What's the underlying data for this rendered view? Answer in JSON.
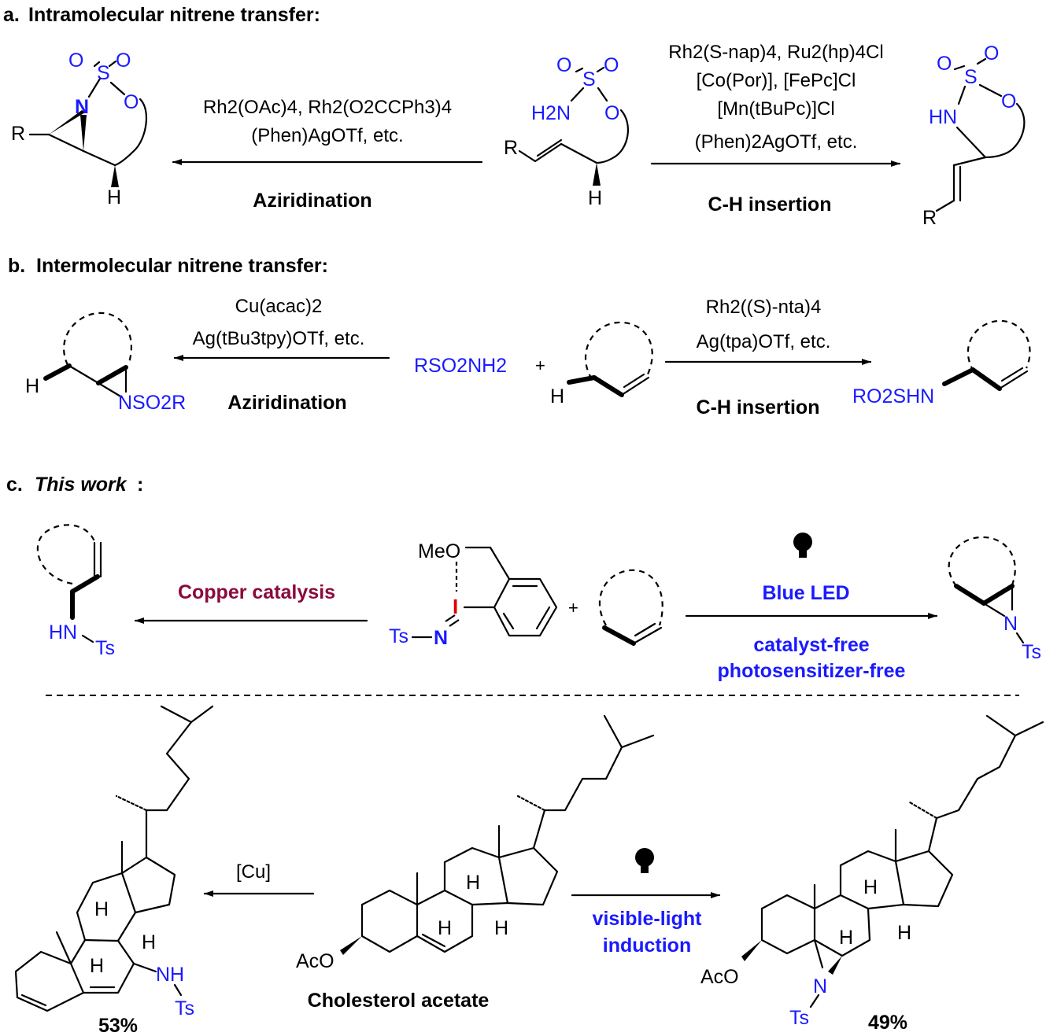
{
  "sections": {
    "a": {
      "letter": "a.",
      "title": "Intramolecular nitrene transfer:",
      "left_conditions": [
        "Rh2(OAc)4, Rh2(O2CCPh3)4",
        "(Phen)AgOTf, etc."
      ],
      "left_label": "Aziridination",
      "right_conditions": [
        "Rh2(S-nap)4, Ru2(hp)4Cl",
        "[Co(Por)], [FePc]Cl",
        "[Mn(tBuPc)]Cl",
        "(Phen)2AgOTf, etc."
      ],
      "right_label": "C-H insertion"
    },
    "b": {
      "letter": "b.",
      "title": "Intermolecular nitrene transfer:",
      "left_conditions": [
        "Cu(acac)2",
        "Ag(tBu3tpy)OTf, etc."
      ],
      "left_label": "Aziridination",
      "right_conditions": [
        "Rh2((S)-nta)4",
        "Ag(tpa)OTf, etc."
      ],
      "right_label": "C-H insertion",
      "reagent": "RSO2NH2",
      "plus": "+"
    },
    "c": {
      "letter": "c.",
      "title": "This work",
      "colon": ":",
      "left_label": "Copper catalysis",
      "right_label": "Blue LED",
      "right_sub": [
        "catalyst-free",
        "photosensitizer-free"
      ],
      "plus": "+",
      "bottom_left_reagent": "[Cu]",
      "bottom_right_label": [
        "visible-light",
        "induction"
      ],
      "substrate_name": "Cholesterol acetate",
      "yield_left": "53%",
      "yield_right": "49%"
    }
  },
  "atoms": {
    "R": "R",
    "H": "H",
    "N": "N",
    "S": "S",
    "O": "O",
    "HN": "HN",
    "H2N": "H2N",
    "NSO2R": "NSO2R",
    "RO2SHN": "RO2SHN",
    "MeO": "MeO",
    "I": "I",
    "Ts": "Ts",
    "AcO": "AcO",
    "NH": "NH"
  },
  "colors": {
    "blue": "#1a1aff",
    "maroon": "#8b0a3c",
    "red": "#e00000",
    "black": "#000000"
  }
}
